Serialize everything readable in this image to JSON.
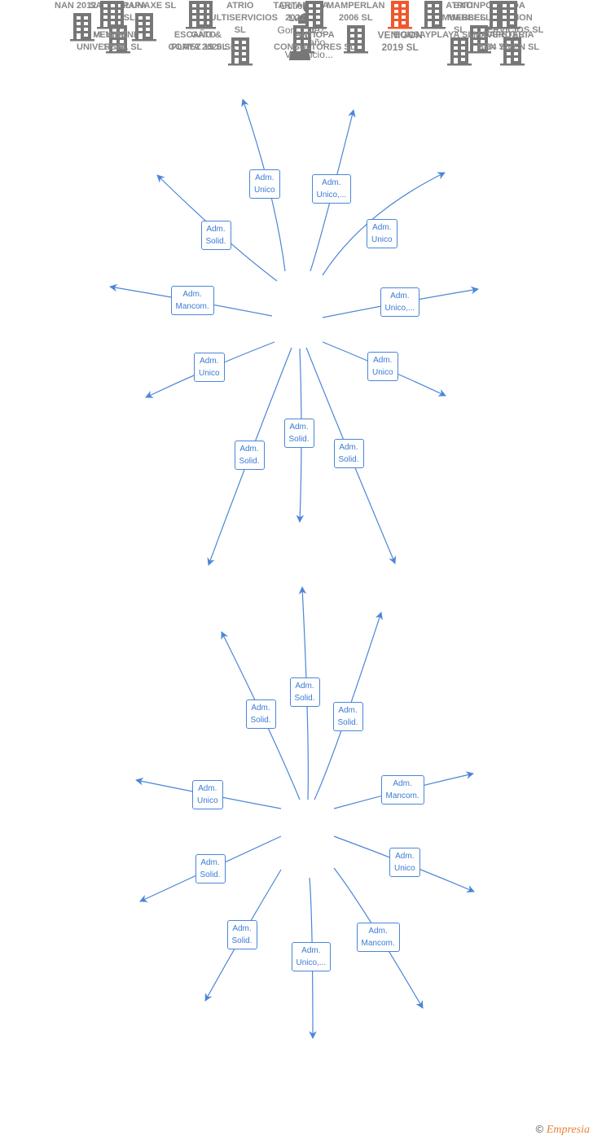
{
  "colors": {
    "edge": "#4a86d8",
    "building": "#777777",
    "focus_building": "#f0582b",
    "label": "#888888"
  },
  "persons": [
    {
      "id": "p1",
      "name": "Gutierrez\nLuna\nGonzalo..."
    },
    {
      "id": "p2",
      "name": "Gomez\nEscaño\nVenancio..."
    }
  ],
  "companies": [
    {
      "id": "c1",
      "name": "ATRIO\nMULTISERVICIOS\nSL"
    },
    {
      "id": "c2",
      "name": "MAMPERLAN\n2006 SL"
    },
    {
      "id": "c3",
      "name": "ATRIO\nINMUEBLES\nSL"
    },
    {
      "id": "c4",
      "name": "SOLUNAXE  SL"
    },
    {
      "id": "c5",
      "name": "GEDA\nGESTION\nSERVICIOS  SL"
    },
    {
      "id": "c6",
      "name": "NAN 2012 SL"
    },
    {
      "id": "c7",
      "name": "SALCHIPAPA\n2021  SL"
    },
    {
      "id": "c8",
      "name": "EXTINPOOL\nMARBELLA  SL"
    },
    {
      "id": "c9",
      "name": "TARTARUGA.\n2022  SL"
    },
    {
      "id": "c10",
      "name": "GATO\nPLAYA 2020  SL"
    },
    {
      "id": "c11",
      "name": "VENIGON\n2019  SL",
      "focus": true
    },
    {
      "id": "c12",
      "name": "VENIDENI\n17  SL"
    },
    {
      "id": "c13",
      "name": "MAVEROAL\n14  SL"
    },
    {
      "id": "c14",
      "name": "M.  V. 10\nUNIVERSAL SL"
    },
    {
      "id": "c15",
      "name": "CAFETERIA\nBEN Y VEN  SL"
    },
    {
      "id": "c16",
      "name": "ESCAÑO &\nGOMEZ 19  SL"
    },
    {
      "id": "c17",
      "name": "ANTIOPA\nCONSULTORES SL"
    },
    {
      "id": "c18",
      "name": "BONSAYPLAYA SL"
    }
  ],
  "edges": [
    {
      "from": "p1",
      "to": "c1",
      "label": "Adm.\nUnico"
    },
    {
      "from": "p1",
      "to": "c2",
      "label": "Adm.\nUnico,..."
    },
    {
      "from": "p1",
      "to": "c3",
      "label": "Adm.\nUnico"
    },
    {
      "from": "p1",
      "to": "c4",
      "label": "Adm.\nSolid."
    },
    {
      "from": "p1",
      "to": "c5",
      "label": "Adm.\nUnico,..."
    },
    {
      "from": "p1",
      "to": "c6",
      "label": "Adm.\nMancom."
    },
    {
      "from": "p1",
      "to": "c7",
      "label": "Adm.\nUnico"
    },
    {
      "from": "p1",
      "to": "c8",
      "label": "Adm.\nUnico"
    },
    {
      "from": "p1",
      "to": "c9",
      "label": "Adm.\nSolid."
    },
    {
      "from": "p1",
      "to": "c10",
      "label": "Adm.\nSolid."
    },
    {
      "from": "p1",
      "to": "c11",
      "label": "Adm.\nSolid."
    },
    {
      "from": "p2",
      "to": "c10",
      "label": "Adm.\nSolid."
    },
    {
      "from": "p2",
      "to": "c9",
      "label": "Adm.\nSolid."
    },
    {
      "from": "p2",
      "to": "c11",
      "label": "Adm.\nSolid."
    },
    {
      "from": "p2",
      "to": "c12",
      "label": "Adm.\nUnico"
    },
    {
      "from": "p2",
      "to": "c13",
      "label": "Adm.\nMancom."
    },
    {
      "from": "p2",
      "to": "c14",
      "label": "Adm.\nSolid."
    },
    {
      "from": "p2",
      "to": "c15",
      "label": "Adm.\nUnico"
    },
    {
      "from": "p2",
      "to": "c16",
      "label": "Adm.\nSolid."
    },
    {
      "from": "p2",
      "to": "c17",
      "label": "Adm.\nUnico,..."
    },
    {
      "from": "p2",
      "to": "c18",
      "label": "Adm.\nMancom."
    }
  ],
  "footer": {
    "copyright": "©",
    "brand": "Empresia"
  }
}
